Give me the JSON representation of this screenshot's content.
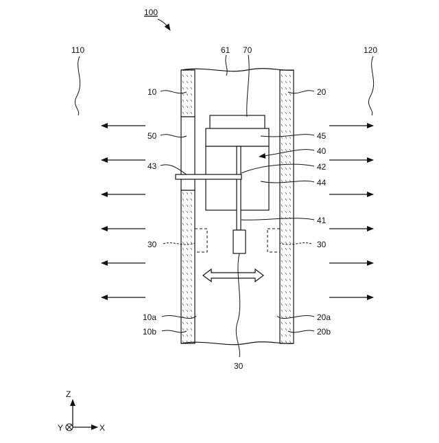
{
  "labels": {
    "ref_100": "100",
    "ref_110": "110",
    "ref_120": "120",
    "ref_61": "61",
    "ref_70": "70",
    "ref_10": "10",
    "ref_20": "20",
    "ref_50": "50",
    "ref_45": "45",
    "ref_40": "40",
    "ref_43": "43",
    "ref_42": "42",
    "ref_44": "44",
    "ref_41": "41",
    "ref_30_left": "30",
    "ref_30_right": "30",
    "ref_30_bottom": "30",
    "ref_10a": "10a",
    "ref_10b": "10b",
    "ref_20a": "20a",
    "ref_20b": "20b"
  },
  "axes": {
    "z": "Z",
    "y": "Y",
    "x": "X"
  },
  "colors": {
    "line": "#111111",
    "hatch": "#555555",
    "background": "#ffffff"
  }
}
